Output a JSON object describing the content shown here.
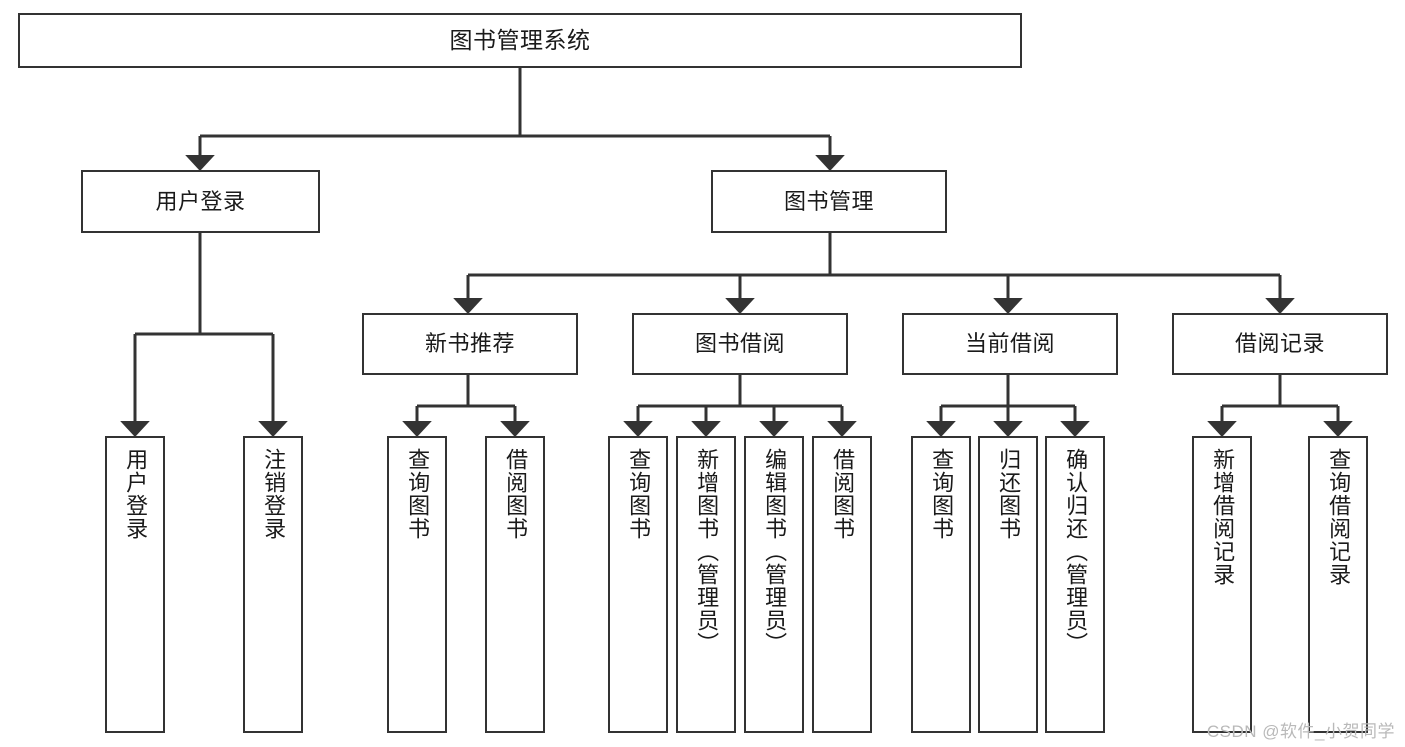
{
  "diagram": {
    "type": "tree",
    "title": "图书管理系统",
    "watermark": "CSDN @软件_小贺同学",
    "colors": {
      "box_border": "#333333",
      "box_fill": "#ffffff",
      "edge": "#333333",
      "text": "#1a1a1a",
      "watermark": "#b9b9b9",
      "background": "#ffffff"
    },
    "nodes": {
      "root": {
        "label": "图书管理系统"
      },
      "level2": [
        {
          "id": "user-login",
          "label": "用户登录"
        },
        {
          "id": "book-manage",
          "label": "图书管理"
        }
      ],
      "level3": [
        {
          "id": "new-book-recommend",
          "label": "新书推荐"
        },
        {
          "id": "book-borrow",
          "label": "图书借阅"
        },
        {
          "id": "current-borrow",
          "label": "当前借阅"
        },
        {
          "id": "borrow-record",
          "label": "借阅记录"
        }
      ],
      "leaves": [
        {
          "id": "leaf-user-login",
          "parent": "user-login",
          "label": "用户登录"
        },
        {
          "id": "leaf-logout",
          "parent": "user-login",
          "label": "注销登录"
        },
        {
          "id": "leaf-query-book-1",
          "parent": "new-book-recommend",
          "label": "查询图书"
        },
        {
          "id": "leaf-borrow-book-1",
          "parent": "new-book-recommend",
          "label": "借阅图书"
        },
        {
          "id": "leaf-query-book-2",
          "parent": "book-borrow",
          "label": "查询图书"
        },
        {
          "id": "leaf-add-book",
          "parent": "book-borrow",
          "label": "新增图书（管理员）"
        },
        {
          "id": "leaf-edit-book",
          "parent": "book-borrow",
          "label": "编辑图书（管理员）"
        },
        {
          "id": "leaf-borrow-book-2",
          "parent": "book-borrow",
          "label": "借阅图书"
        },
        {
          "id": "leaf-query-book-3",
          "parent": "current-borrow",
          "label": "查询图书"
        },
        {
          "id": "leaf-return-book",
          "parent": "current-borrow",
          "label": "归还图书"
        },
        {
          "id": "leaf-confirm-return",
          "parent": "current-borrow",
          "label": "确认归还（管理员）"
        },
        {
          "id": "leaf-add-record",
          "parent": "borrow-record",
          "label": "新增借阅记录"
        },
        {
          "id": "leaf-query-record",
          "parent": "borrow-record",
          "label": "查询借阅记录"
        }
      ]
    }
  }
}
